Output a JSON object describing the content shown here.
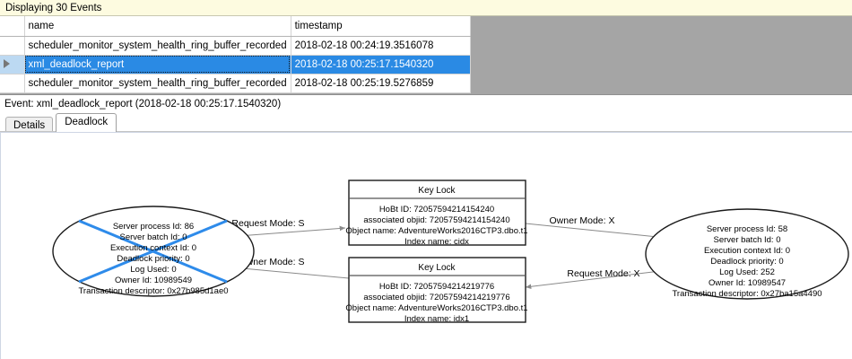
{
  "banner": {
    "text": "Displaying 30 Events"
  },
  "grid": {
    "columns": [
      "",
      "name",
      "timestamp"
    ],
    "rows": [
      {
        "marker": "",
        "name": "scheduler_monitor_system_health_ring_buffer_recorded",
        "timestamp": "2018-02-18 00:24:19.3516078",
        "selected": false
      },
      {
        "marker": "▶",
        "name": "xml_deadlock_report",
        "timestamp": "2018-02-18 00:25:17.1540320",
        "selected": true
      },
      {
        "marker": "",
        "name": "scheduler_monitor_system_health_ring_buffer_recorded",
        "timestamp": "2018-02-18 00:25:19.5276859",
        "selected": false
      }
    ]
  },
  "event_header": {
    "text": "Event: xml_deadlock_report (2018-02-18 00:25:17.1540320)"
  },
  "tabs": [
    {
      "label": "Details",
      "active": false
    },
    {
      "label": "Deadlock",
      "active": true
    }
  ],
  "deadlock_graph": {
    "colors": {
      "victim_cross": "#2e8bea",
      "edge": "#808080",
      "node_border": "#1a1a1a",
      "selected_row": "#2a8ae4"
    },
    "processes": [
      {
        "id": "process-left",
        "victim": true,
        "lines": [
          "Server process Id: 86",
          "Server batch Id: 0",
          "Execution context Id: 0",
          "Deadlock priority: 0",
          "Log Used: 0",
          "Owner Id: 10989549",
          "Transaction descriptor: 0x27b985d1ae0"
        ]
      },
      {
        "id": "process-right",
        "victim": false,
        "lines": [
          "Server process Id: 58",
          "Server batch Id: 0",
          "Execution context Id: 0",
          "Deadlock priority: 0",
          "Log Used: 252",
          "Owner Id: 10989547",
          "Transaction descriptor: 0x27ba15a4490"
        ]
      }
    ],
    "resources": [
      {
        "id": "key-lock-top",
        "title": "Key Lock",
        "lines": [
          "HoBt ID: 72057594214154240",
          "associated objid: 72057594214154240",
          "Object name: AdventureWorks2016CTP3.dbo.t1",
          "Index name: cidx"
        ]
      },
      {
        "id": "key-lock-bottom",
        "title": "Key Lock",
        "lines": [
          "HoBt ID: 72057594214219776",
          "associated objid: 72057594214219776",
          "Object name: AdventureWorks2016CTP3.dbo.t1",
          "Index name: idx1"
        ]
      }
    ],
    "edges": [
      {
        "id": "edge-left-request",
        "label": "Request Mode: S",
        "from": "process-left",
        "to": "key-lock-top",
        "direction": "right"
      },
      {
        "id": "edge-right-owner",
        "label": "Owner Mode: X",
        "from": "key-lock-top",
        "to": "process-right",
        "direction": "right"
      },
      {
        "id": "edge-left-owner",
        "label": "Owner Mode: S",
        "from": "key-lock-bottom",
        "to": "process-left",
        "direction": "left"
      },
      {
        "id": "edge-right-request",
        "label": "Request Mode: X",
        "from": "process-right",
        "to": "key-lock-bottom",
        "direction": "left"
      }
    ]
  }
}
